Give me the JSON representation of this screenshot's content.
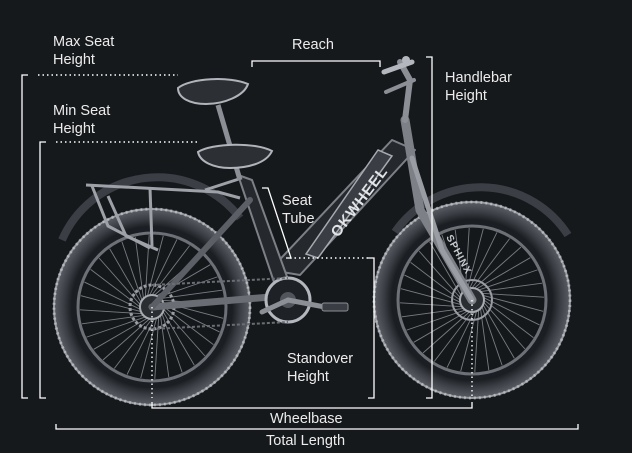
{
  "labels": {
    "max_seat_height": [
      "Max Seat",
      "Height"
    ],
    "min_seat_height": [
      "Min Seat",
      "Height"
    ],
    "reach": "Reach",
    "handlebar_height": [
      "Handlebar",
      "Height"
    ],
    "seat_tube": [
      "Seat",
      "Tube"
    ],
    "standover_height": [
      "Standover",
      "Height"
    ],
    "wheelbase": "Wheelbase",
    "total_length": "Total Length"
  },
  "branding": {
    "downtube_text": "OKWHEEL",
    "tire_text": "SPHINX"
  },
  "colors": {
    "background": "#16191c",
    "lines": "#ffffff",
    "bike": "#2a2e33",
    "bike_highlight": "#8c9096",
    "text": "#ececec"
  }
}
